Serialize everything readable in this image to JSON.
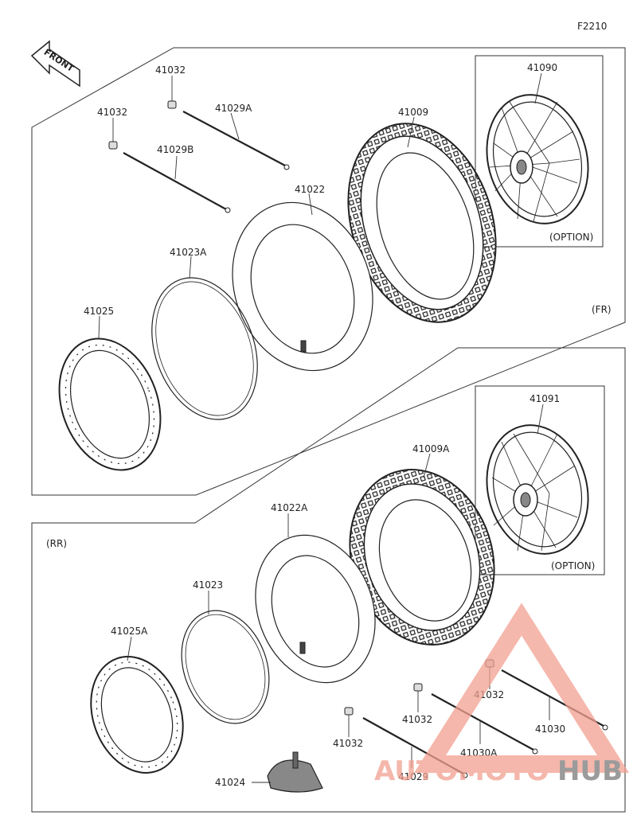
{
  "diagram_code": "F2210",
  "front_label": "FRONT",
  "section_labels": {
    "front": "(FR)",
    "rear": "(RR)"
  },
  "option_label": "(OPTION)",
  "parts": {
    "valve_fr_a": "41032",
    "valve_fr_b": "41032",
    "spoke_fr_a": "41029A",
    "spoke_fr_b": "41029B",
    "tire_fr": "41009",
    "wheel_fr_option": "41090",
    "tube_fr": "41022",
    "band_fr": "41023A",
    "rim_fr": "41025",
    "wheel_rr_option": "41091",
    "tire_rr": "41009A",
    "tube_rr": "41022A",
    "band_rr": "41023",
    "rim_rr": "41025A",
    "valve_rr_a": "41032",
    "valve_rr_b": "41032",
    "valve_rr_c": "41032",
    "spoke_rr_a": "41030",
    "spoke_rr_b": "41030A",
    "spoke_rr_c": "41029",
    "rim_lock": "41024"
  },
  "watermark": {
    "part1": "AUTOMOTO",
    "part2": "HUB",
    "color1": "#f2a090",
    "color2": "#7a7a7a"
  }
}
